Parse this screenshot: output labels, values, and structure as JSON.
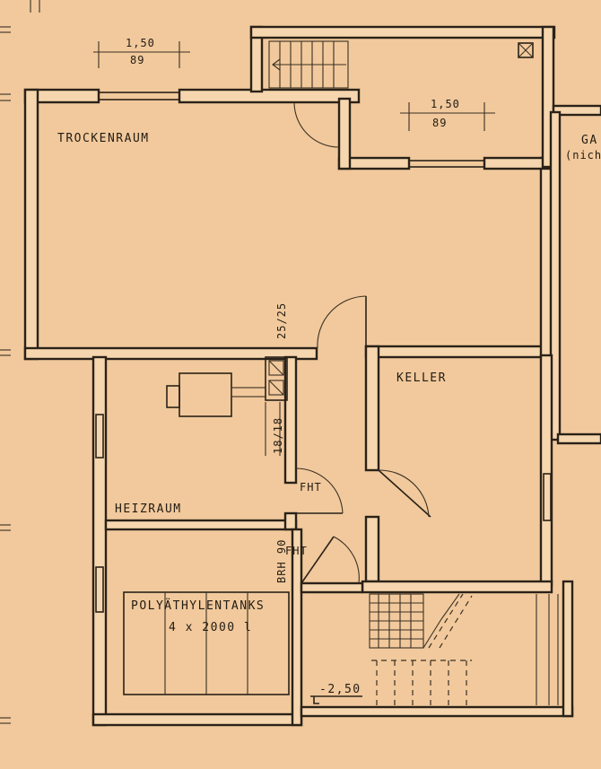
{
  "labels": {
    "dim_top_left_a": "1,50",
    "dim_top_left_b": "89",
    "dim_top_right_a": "1,50",
    "dim_top_right_b": "89",
    "trockenraum": "TROCKENRAUM",
    "garage_a": "GA",
    "garage_b": "(nich",
    "keller": "KELLER",
    "heizraum": "HEIZRAUM",
    "flue_a": "25/25",
    "flue_b": "18/18",
    "fht_1": "FHT",
    "fht_2": "FHT",
    "brh": "BRH 90",
    "tanks_a": "POLYÄTHYLENTANKS",
    "tanks_b": "4 x 2000 l",
    "level": "-2,50"
  }
}
